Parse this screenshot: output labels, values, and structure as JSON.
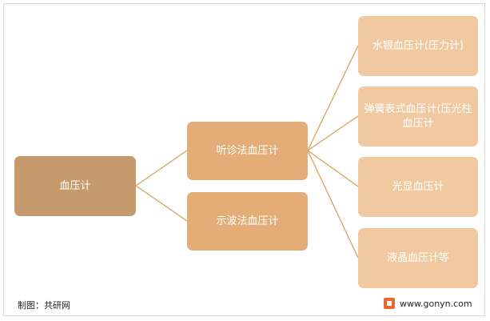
{
  "diagram": {
    "root": {
      "label": "血压计"
    },
    "level1": [
      {
        "label": "听诊法血压计"
      },
      {
        "label": "示波法血压计"
      }
    ],
    "level2": [
      {
        "label": "水银血压计(压力计)"
      },
      {
        "label": "弹簧表式血压计(压光柱血压计"
      },
      {
        "label": "光显血压计"
      },
      {
        "label": "液晶血压计等"
      }
    ]
  },
  "footer": {
    "credit": "制图：共研网",
    "website": "www.gonyn.com"
  },
  "colors": {
    "root": "#c59a6d",
    "level1": "#e4ad78",
    "level2": "#f1c9a0",
    "connector": "#d9a15a"
  }
}
